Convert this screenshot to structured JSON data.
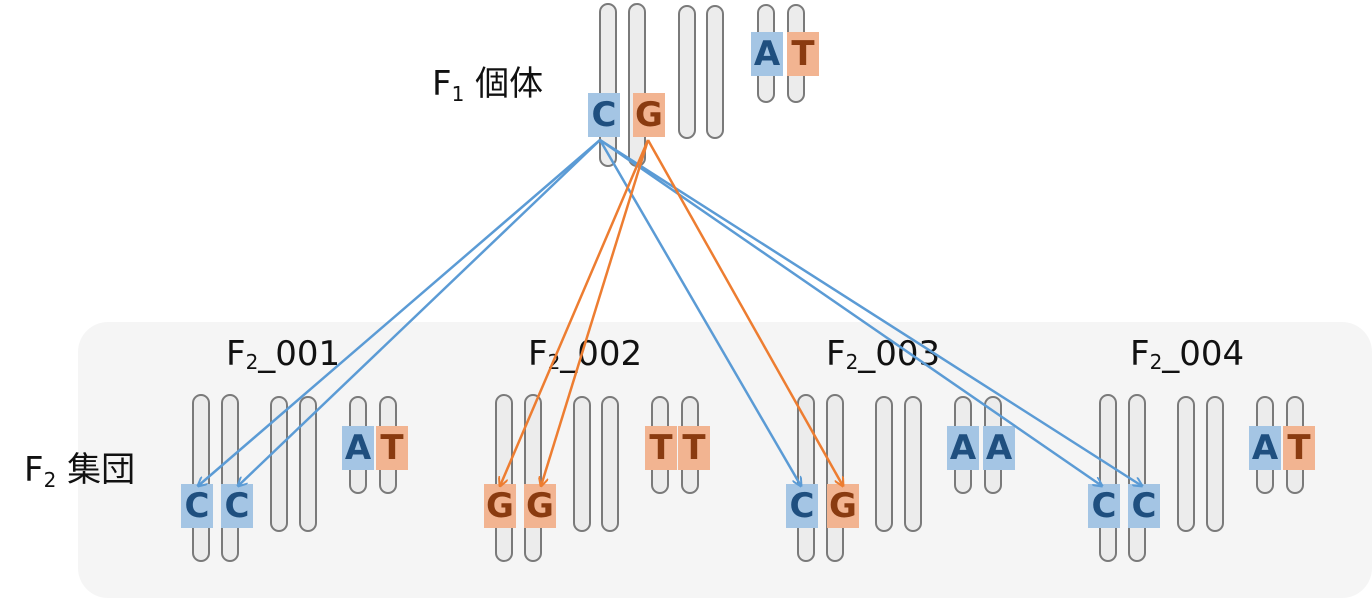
{
  "f1": {
    "label_base": "F",
    "label_sub": "1",
    "label_word": "個体",
    "locus1": [
      "C",
      "G"
    ],
    "locus3": [
      "A",
      "T"
    ]
  },
  "f2": {
    "label_base": "F",
    "label_sub": "2",
    "label_word": "集団",
    "individuals": [
      {
        "name_base": "F",
        "name_sub": "2",
        "name_suffix": "_001",
        "locus1": [
          "C",
          "C"
        ],
        "locus3": [
          "A",
          "T"
        ]
      },
      {
        "name_base": "F",
        "name_sub": "2",
        "name_suffix": "_002",
        "locus1": [
          "G",
          "G"
        ],
        "locus3": [
          "T",
          "T"
        ]
      },
      {
        "name_base": "F",
        "name_sub": "2",
        "name_suffix": "_003",
        "locus1": [
          "C",
          "G"
        ],
        "locus3": [
          "A",
          "A"
        ]
      },
      {
        "name_base": "F",
        "name_sub": "2",
        "name_suffix": "_004",
        "locus1": [
          "C",
          "C"
        ],
        "locus3": [
          "A",
          "T"
        ]
      }
    ]
  },
  "colors": {
    "allele_a_fill": "#a4c5e4",
    "allele_a_text": "#1f4f7f",
    "allele_b_fill": "#f2b491",
    "allele_b_text": "#8a3b10",
    "arrow_a": "#5b9bd5",
    "arrow_b": "#ed7d31",
    "chromosome_fill": "#ececec",
    "chromosome_stroke": "#7a7a7a",
    "panel_bg": "#f5f5f5"
  }
}
